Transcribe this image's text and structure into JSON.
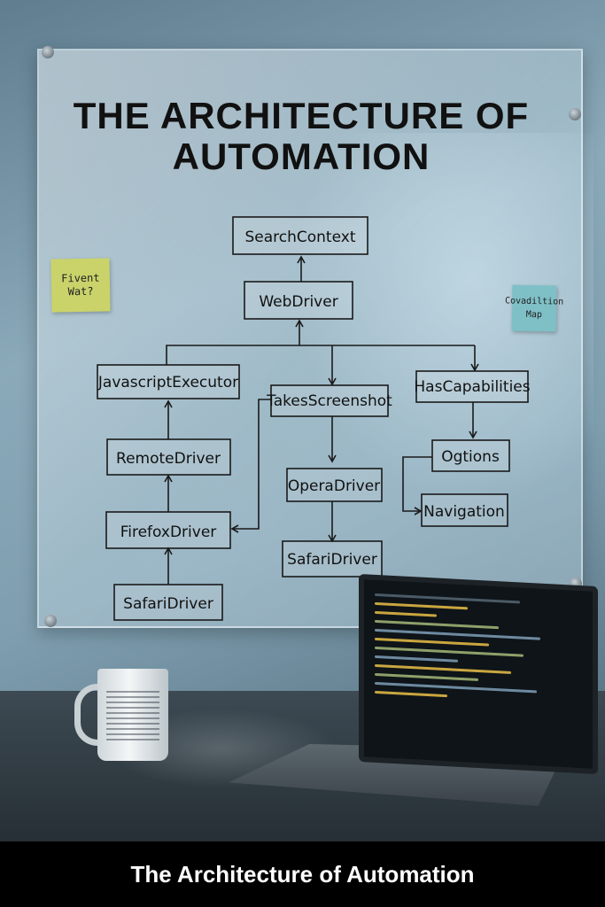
{
  "diagram": {
    "title_line1": "THE ARCHITECTURE OF",
    "title_line2": "AUTOMATION",
    "nodes": {
      "search_context": "SearchContext",
      "web_driver": "WebDriver",
      "javascript_executor": "JavascriptExecutor",
      "takes_screenshot": "TakesScreenshot",
      "has_capabilities": "HasCapabilities",
      "remote_driver": "RemoteDriver",
      "options": "Ogtions",
      "opera_driver": "OperaDriver",
      "navigation": "Navigation",
      "firefox_driver": "FirefoxDriver",
      "safari_driver_mid": "SafariDriver",
      "safari_driver_bottom": "SafariDriver"
    }
  },
  "notes": {
    "left_line1": "Fivent",
    "left_line2": "Wat?",
    "right_line1": "Covadiltion",
    "right_line2": "Map"
  },
  "caption": "The Architecture of Automation",
  "colors": {
    "note_left": "#c9d36a",
    "note_right": "#7fc0c7",
    "ink": "#111111",
    "caption_bar": "#000000"
  }
}
